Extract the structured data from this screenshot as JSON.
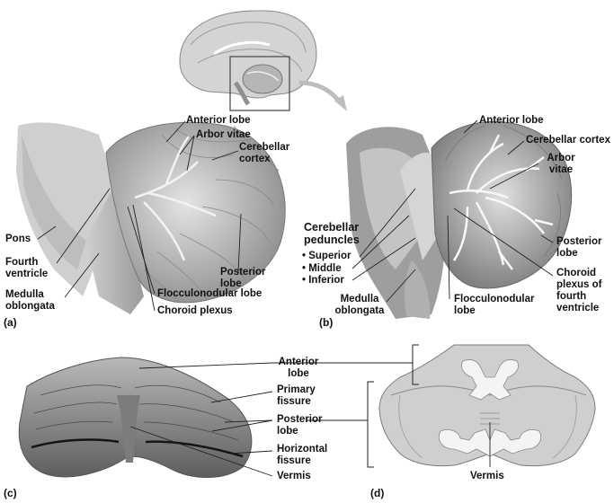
{
  "panel_a": {
    "tag": "(a)",
    "labels": {
      "anterior_lobe": "Anterior lobe",
      "arbor_vitae": "Arbor vitae",
      "cerebellar_cortex": "Cerebellar\ncortex",
      "pons": "Pons",
      "fourth_ventricle": "Fourth\nventricle",
      "medulla_oblongata": "Medulla\noblongata",
      "posterior_lobe": "Posterior\nlobe",
      "flocculonodular_lobe": "Flocculonodular lobe",
      "choroid_plexus": "Choroid plexus"
    }
  },
  "panel_b": {
    "tag": "(b)",
    "labels": {
      "anterior_lobe": "Anterior lobe",
      "cerebellar_cortex": "Cerebellar cortex",
      "arbor_vitae": "Arbor\nvitae",
      "cerebellar_peduncles": "Cerebellar\npeduncles",
      "superior": "• Superior",
      "middle": "• Middle",
      "inferior": "• Inferior",
      "medulla_oblongata": "Medulla\noblongata",
      "flocculonodular_lobe": "Flocculonodular\nlobe",
      "posterior_lobe": "Posterior\nlobe",
      "choroid_plexus": "Choroid\nplexus of\nfourth\nventricle"
    }
  },
  "panel_c": {
    "tag": "(c)",
    "labels": {
      "anterior_lobe": "Anterior\nlobe",
      "primary_fissure": "Primary\nfissure",
      "posterior_lobe": "Posterior\nlobe",
      "horizontal_fissure": "Horizontal\nfissure",
      "vermis": "Vermis"
    }
  },
  "panel_d": {
    "tag": "(d)",
    "labels": {
      "vermis": "Vermis"
    }
  },
  "colors": {
    "tissue_light": "#d9d9d9",
    "tissue_mid": "#a8a8a8",
    "tissue_dark": "#6a6a6a",
    "diagram_fill": "#cfcfcf"
  }
}
